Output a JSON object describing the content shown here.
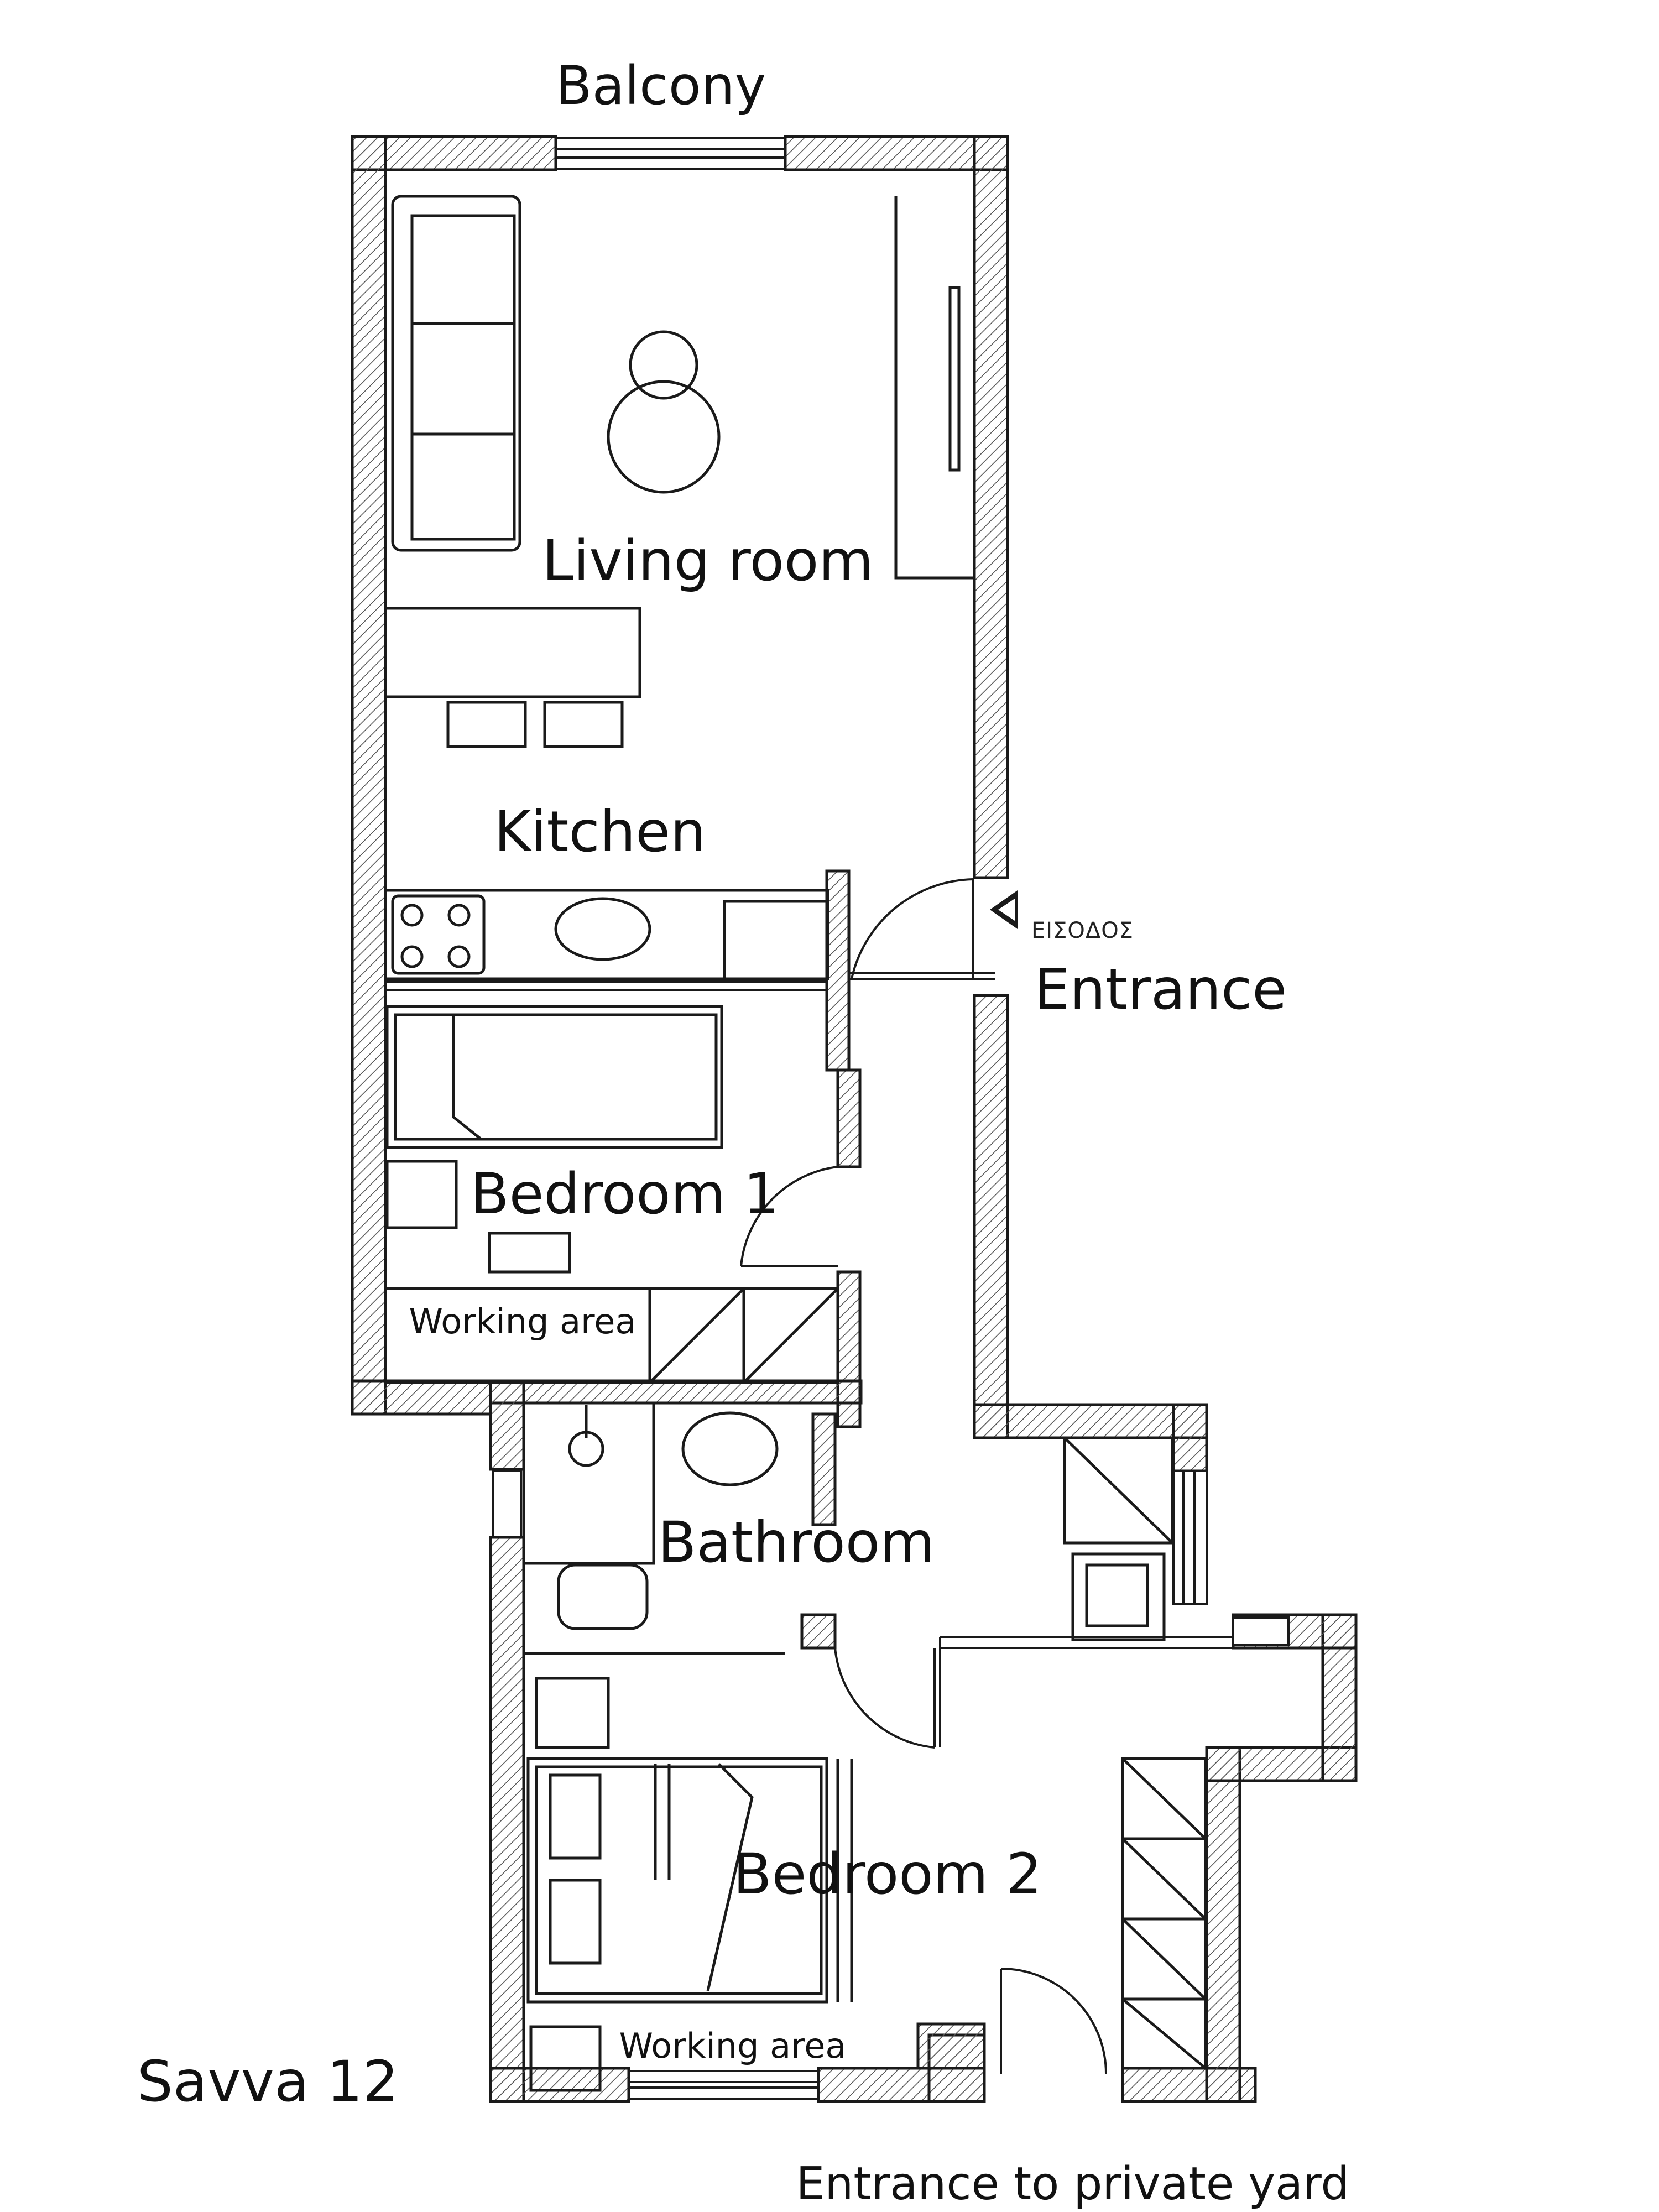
{
  "plan": {
    "name": "Savva 12",
    "labels": {
      "balcony": "Balcony",
      "living_room": "Living room",
      "kitchen": "Kitchen",
      "entrance": "Entrance",
      "entrance_greek": "ΕΙΣΟΔΟΣ",
      "bedroom1": "Bedroom 1",
      "working_area_1": "Working area",
      "bathroom": "Bathroom",
      "bedroom2": "Bedroom 2",
      "working_area_2": "Working area",
      "yard_entrance": "Entrance to private yard"
    }
  },
  "colors": {
    "line": "#1a1a1a",
    "hatch": "#555555",
    "bg": "#ffffff"
  }
}
